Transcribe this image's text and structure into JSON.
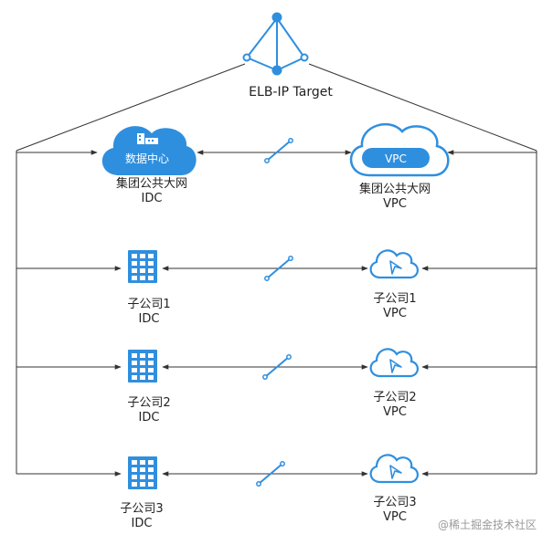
{
  "target": {
    "title": "ELB-IP Target"
  },
  "hq": {
    "idc_cloud_text": "数据中心",
    "idc_name": "集团公共大网",
    "idc_sub": "IDC",
    "vpc_cloud_text": "VPC",
    "vpc_name": "集团公共大网",
    "vpc_sub": "VPC"
  },
  "branches": [
    {
      "idc_name": "子公司1",
      "idc_sub": "IDC",
      "vpc_name": "子公司1",
      "vpc_sub": "VPC"
    },
    {
      "idc_name": "子公司2",
      "idc_sub": "IDC",
      "vpc_name": "子公司2",
      "vpc_sub": "VPC"
    },
    {
      "idc_name": "子公司3",
      "idc_sub": "IDC",
      "vpc_name": "子公司3",
      "vpc_sub": "VPC"
    }
  ],
  "watermark": "@稀土掘金技术社区",
  "colors": {
    "accent": "#2f8fdf",
    "accent_light": "#5aaef0",
    "line": "#333333"
  }
}
